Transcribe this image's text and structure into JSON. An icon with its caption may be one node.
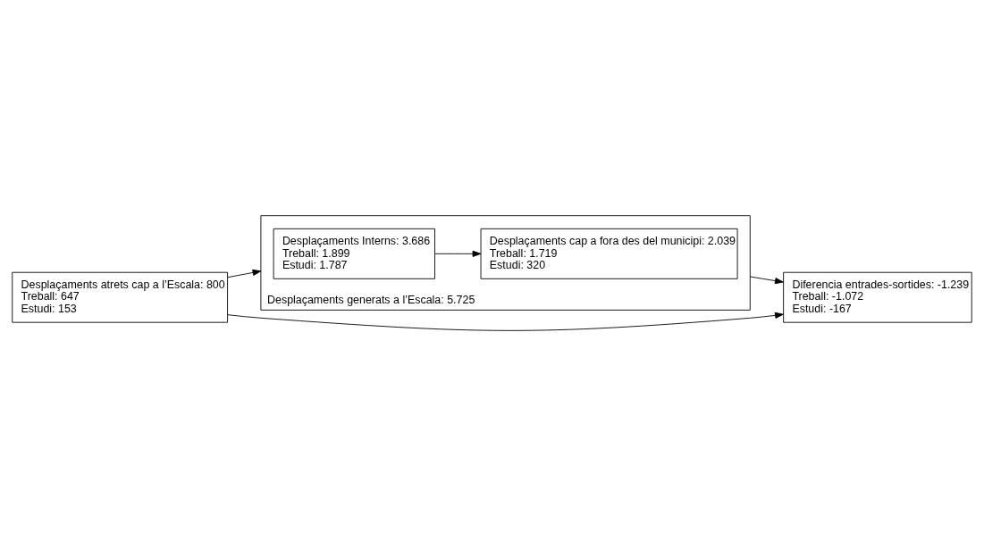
{
  "diagram": {
    "nodes": [
      {
        "text": [
          "Desplaçaments atrets cap a l’Escala: 800",
          "Treball: 647",
          "Estudi: 153"
        ]
      },
      {
        "text": [
          "Desplaçaments generats a l’Escala: 5.725"
        ]
      },
      {
        "text": [
          "Desplaçaments Interns: 3.686",
          "Treball: 1.899",
          "Estudi: 1.787"
        ],
        "in": 1
      },
      {
        "text": [
          "Desplaçaments cap a fora des del municipi: 2.039",
          "Treball: 1.719",
          "Estudi: 320"
        ],
        "in": 1
      },
      {
        "text": [
          "Diferencia entrades-sortides: -1.239",
          "Treball: -1.072",
          "Estudi: -167"
        ]
      }
    ],
    "edges": [
      {
        "from": 0,
        "to": 1,
        "arrow": "to"
      },
      {
        "from": 2,
        "to": 3,
        "arrow": "to"
      },
      {
        "from": 0,
        "to": 4,
        "arrow": "to"
      },
      {
        "from": 1,
        "to": 4,
        "arrow": "to"
      }
    ]
  }
}
